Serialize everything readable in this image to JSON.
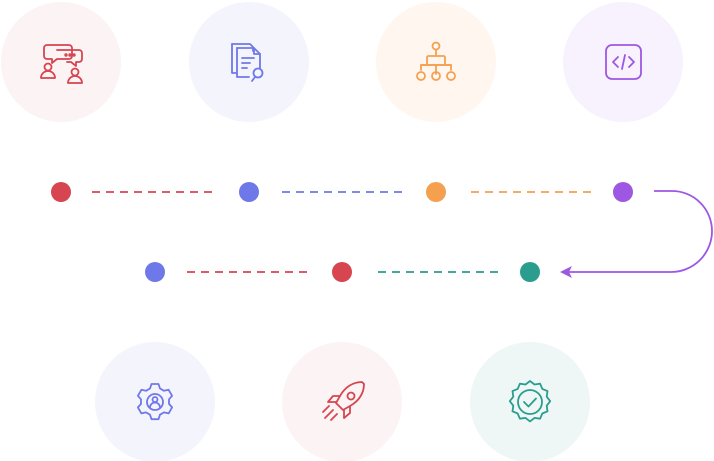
{
  "colors": {
    "red": "#d64550",
    "indigo": "#6f78e8",
    "orange": "#f5a04f",
    "purple": "#9e57e3",
    "teal": "#2a9d8f",
    "bg_red": "#fbf3f4",
    "bg_indigo": "#f4f4fd",
    "bg_orange": "#fff6ef",
    "bg_purple": "#f7f2fd",
    "bg_teal": "#eef7f6"
  },
  "steps": [
    {
      "id": "step-1",
      "icon": "discussion-icon",
      "color": "red"
    },
    {
      "id": "step-2",
      "icon": "document-search-icon",
      "color": "indigo"
    },
    {
      "id": "step-3",
      "icon": "sitemap-icon",
      "color": "orange"
    },
    {
      "id": "step-4",
      "icon": "code-icon",
      "color": "purple"
    },
    {
      "id": "step-5",
      "icon": "verified-badge-icon",
      "color": "teal"
    },
    {
      "id": "step-6",
      "icon": "rocket-icon",
      "color": "red"
    },
    {
      "id": "step-7",
      "icon": "user-settings-icon",
      "color": "indigo"
    }
  ],
  "connectors": [
    {
      "from": "step-1",
      "to": "step-2",
      "color": "red"
    },
    {
      "from": "step-2",
      "to": "step-3",
      "color": "indigo"
    },
    {
      "from": "step-3",
      "to": "step-4",
      "color": "orange"
    },
    {
      "from": "step-4",
      "to": "step-5",
      "color": "purple",
      "style": "curved-arrow"
    },
    {
      "from": "step-5",
      "to": "step-6",
      "color": "teal"
    },
    {
      "from": "step-6",
      "to": "step-7",
      "color": "red"
    }
  ]
}
